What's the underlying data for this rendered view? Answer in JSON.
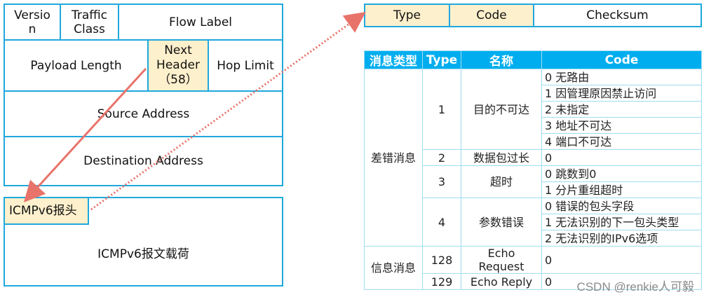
{
  "ipv6_header": {
    "version": "Versio\nn",
    "traffic_class": "Traffic\nClass",
    "flow_label": "Flow Label",
    "payload_length": "Payload Length",
    "next_header": "Next\nHeader\n（58）",
    "hop_limit": "Hop Limit",
    "source_address": "Source Address",
    "destination_address": "Destination Address"
  },
  "icmpv6_packet": {
    "header": "ICMPv6报头",
    "payload": "ICMPv6报文载荷"
  },
  "icmpv6_header_fields": {
    "type": "Type",
    "code": "Code",
    "checksum": "Checksum"
  },
  "colors": {
    "border": "#1fa8dc",
    "highlight": "#fdf0cc",
    "table_header": "#00aeef",
    "arrow": "#e8736a"
  },
  "table": {
    "headers": [
      "消息类型",
      "Type",
      "名称",
      "Code"
    ],
    "groups": [
      {
        "category": "差错消息",
        "types": [
          {
            "type": "1",
            "name": "目的不可达",
            "codes": [
              "0 无路由",
              "1 因管理原因禁止访问",
              "2 未指定",
              "3 地址不可达",
              "4 端口不可达"
            ]
          },
          {
            "type": "2",
            "name": "数据包过长",
            "codes": [
              "0"
            ]
          },
          {
            "type": "3",
            "name": "超时",
            "codes": [
              "0 跳数到0",
              "1 分片重组超时"
            ]
          },
          {
            "type": "4",
            "name": "参数错误",
            "codes": [
              "0 错误的包头字段",
              "1 无法识别的下一包头类型",
              "2 无法识别的IPv6选项"
            ]
          }
        ]
      },
      {
        "category": "信息消息",
        "types": [
          {
            "type": "128",
            "name": "Echo\nRequest",
            "codes": [
              "0"
            ]
          },
          {
            "type": "129",
            "name": "Echo Reply",
            "codes": [
              "0"
            ]
          }
        ]
      }
    ]
  },
  "watermark": "CSDN @renkie人可毅"
}
